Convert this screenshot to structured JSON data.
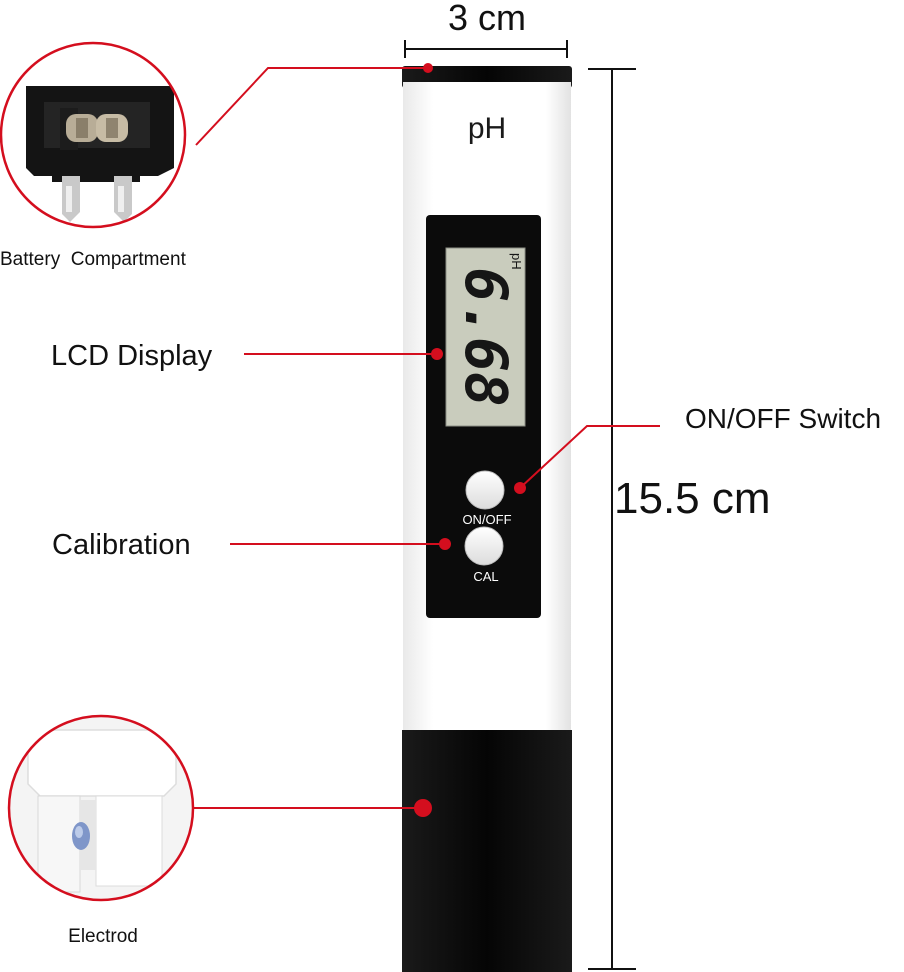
{
  "dimensions": {
    "width_label": "3 cm",
    "height_label": "15.5 cm"
  },
  "device": {
    "top_label": "pH",
    "lcd_unit": "pH",
    "lcd_reading": "6.68",
    "button_on_off_label": "ON/OFF",
    "button_cal_label": "CAL"
  },
  "callouts": {
    "battery": "Battery  Compartment",
    "lcd": "LCD Display",
    "switch": "ON/OFF Switch",
    "calibration": "Calibration",
    "electrode": "Electrod"
  },
  "colors": {
    "accent": "#d40e1e",
    "device_body": "#ffffff",
    "device_dark": "#0b0b0b",
    "lcd_screen": "#c9ccbd",
    "lcd_digits": "#161616"
  }
}
